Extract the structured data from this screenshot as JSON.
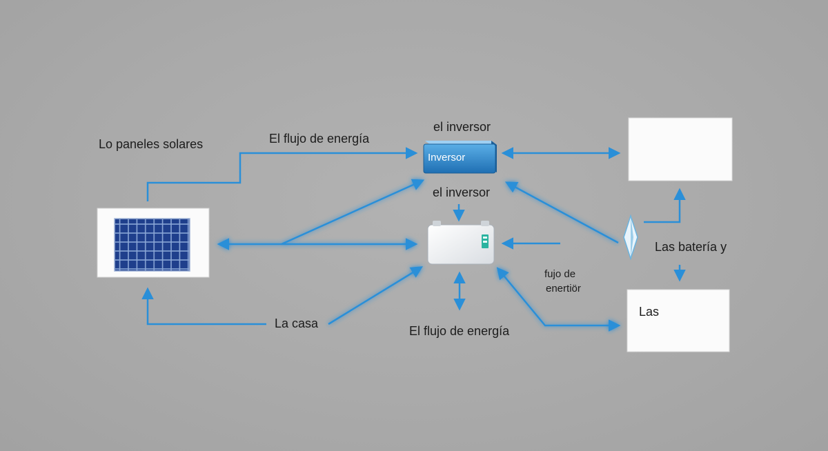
{
  "labels": {
    "solar_panels": "Lo paneles solares",
    "energy_flow_top": "El flujo de energía",
    "inverter_top": "el inversor",
    "inverter_device_text": "Inversor",
    "inverter_middle": "el inversor",
    "batteries": "Las batería y",
    "energy_flow_small_1": "fujo de",
    "energy_flow_small_2": "enertiör",
    "house": "La casa",
    "energy_flow_bottom": "El flujo de energía",
    "las_box": "Las"
  },
  "colors": {
    "arrow": "#2a8fd8",
    "glow": "#5cc2ff",
    "inverter_blue": "#2f86c9",
    "panel_cell": "#1f3f8c"
  }
}
